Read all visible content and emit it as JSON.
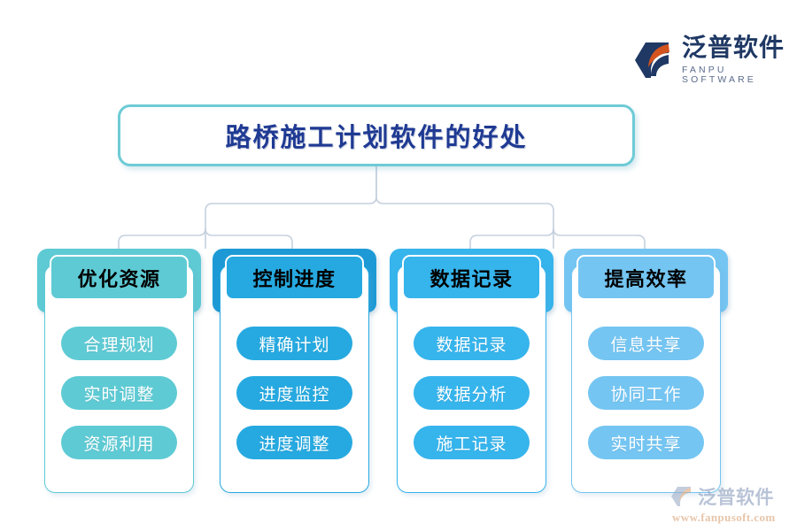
{
  "brand": {
    "name_cn": "泛普软件",
    "name_en": "FANPU SOFTWARE",
    "logo_icon": "fanpu-logo-icon",
    "color_navy": "#1f3864",
    "color_orange": "#d4541f"
  },
  "title": {
    "text": "路桥施工计划软件的好处",
    "text_color": "#1f3a93",
    "border_color": "#6ecbd6"
  },
  "connector": {
    "line_color": "#c5d0de"
  },
  "columns": [
    {
      "header": "优化资源",
      "color": "#5ecad4",
      "plate_color": "#5ecad4",
      "items": [
        "合理规划",
        "实时调整",
        "资源利用"
      ]
    },
    {
      "header": "控制进度",
      "color": "#26a9e0",
      "plate_color": "#1d9ad6",
      "items": [
        "精确计划",
        "进度监控",
        "进度调整"
      ]
    },
    {
      "header": "数据记录",
      "color": "#36b4ec",
      "plate_color": "#36b4ec",
      "items": [
        "数据记录",
        "数据分析",
        "施工记录"
      ]
    },
    {
      "header": "提高效率",
      "color": "#74c5f2",
      "plate_color": "#74c5f2",
      "items": [
        "信息共享",
        "协同工作",
        "实时共享"
      ]
    }
  ],
  "watermark": {
    "name_cn": "泛普软件",
    "url": "www.fanpusoft.com",
    "logo_icon": "fanpu-watermark-icon"
  }
}
